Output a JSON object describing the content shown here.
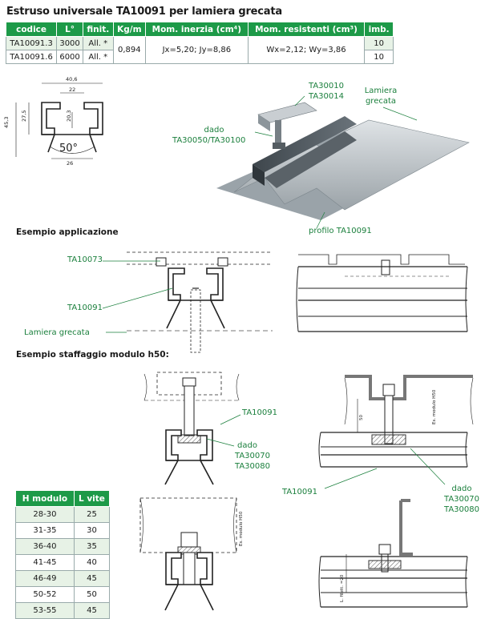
{
  "title": "Estruso universale TA10091 per lamiera grecata",
  "spec_table": {
    "headers": [
      "codice",
      "L°",
      "finit.",
      "Kg/m",
      "Mom. inerzia (cm⁴)",
      "Mom. resistenti (cm³)",
      "imb."
    ],
    "rows": [
      {
        "codice": "TA10091.3",
        "l": "3000",
        "finit": "All. *",
        "imb": "10"
      },
      {
        "codice": "TA10091.6",
        "l": "6000",
        "finit": "All. *",
        "imb": "10"
      }
    ],
    "kgm": "0,894",
    "inerzia": "Jx=5,20; Jy=8,86",
    "resistenti": "Wx=2,12; Wy=3,86"
  },
  "dims": {
    "width_top": "40,6",
    "inner": "22",
    "h_total": "45,3",
    "h_mid": "27,5",
    "h_inner": "20,3",
    "angle": "50°",
    "base": "26"
  },
  "render_labels": {
    "ta30010": "TA30010",
    "ta30014": "TA30014",
    "lamiera1": "Lamiera",
    "lamiera2": "grecata",
    "dado": "dado",
    "dado_codes": "TA30050/TA30100",
    "profilo": "profilo TA10091"
  },
  "section1": "Esempio applicazione",
  "app_labels": {
    "ta10073": "TA10073",
    "ta10091": "TA10091",
    "lamiera": "Lamiera grecata"
  },
  "section2": "Esempio staffaggio modulo h50:",
  "staff_labels": {
    "ta10091_a": "TA10091",
    "dado_a": "dado",
    "ta30070_a": "TA30070",
    "ta30080_a": "TA30080",
    "ta10091_b": "TA10091",
    "dado_b": "dado",
    "ta30070_b": "TA30070",
    "ta30080_b": "TA30080",
    "dim_50": "50",
    "es_modulo1": "Es. modulo H50",
    "es_modulo2": "Es. modulo H50",
    "l_filetto": "L. filett. =20"
  },
  "hmod_table": {
    "headers": [
      "H modulo",
      "L vite"
    ],
    "rows": [
      [
        "28-30",
        "25"
      ],
      [
        "31-35",
        "30"
      ],
      [
        "36-40",
        "35"
      ],
      [
        "41-45",
        "40"
      ],
      [
        "46-49",
        "45"
      ],
      [
        "50-52",
        "50"
      ],
      [
        "53-55",
        "45"
      ]
    ]
  },
  "colors": {
    "accent": "#1d9a48",
    "row_tint": "#e7f2e6",
    "leader": "#1a7f3c"
  }
}
